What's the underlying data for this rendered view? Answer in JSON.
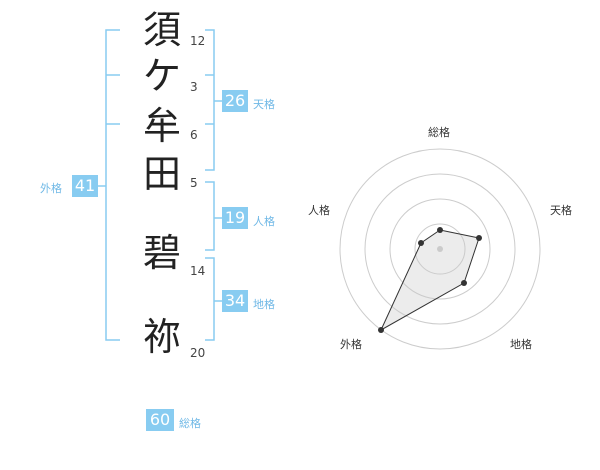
{
  "colors": {
    "accent": "#88ccf1",
    "accent_text": "#6fb8e6",
    "line": "#88ccf1"
  },
  "name": {
    "characters": [
      {
        "char": "須",
        "strokes": "12"
      },
      {
        "char": "ケ",
        "strokes": "3"
      },
      {
        "char": "牟",
        "strokes": "6"
      },
      {
        "char": "田",
        "strokes": "5"
      },
      {
        "char": "碧",
        "strokes": "14"
      },
      {
        "char": "祢",
        "strokes": "20"
      }
    ]
  },
  "kakusu": {
    "tenkaku": {
      "value": "26",
      "label": "天格"
    },
    "jinkaku": {
      "value": "19",
      "label": "人格"
    },
    "chikaku": {
      "value": "34",
      "label": "地格"
    },
    "gaikaku": {
      "value": "41",
      "label": "外格"
    },
    "soukaku": {
      "value": "60",
      "label": "総格"
    }
  },
  "radar": {
    "labels": {
      "top": "総格",
      "right": "天格",
      "bottom_right": "地格",
      "bottom_left": "外格",
      "left": "人格"
    },
    "levels": 4
  }
}
